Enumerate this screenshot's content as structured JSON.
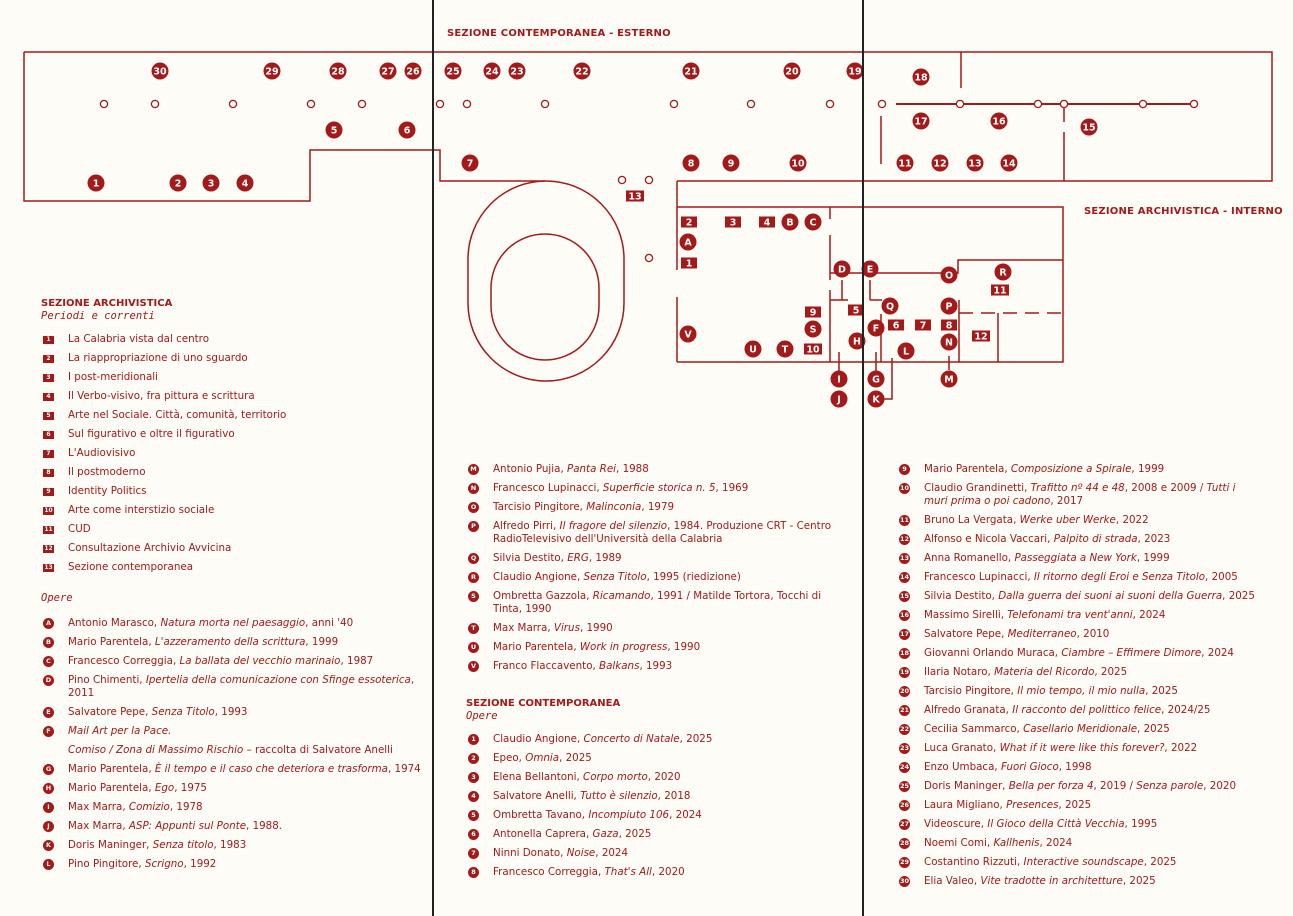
{
  "map": {
    "label_esterno": "SEZIONE CONTEMPORANEA - ESTERNO",
    "label_interno": "SEZIONE ARCHIVISTICA - INTERNO",
    "numbered_markers": [
      "1",
      "2",
      "3",
      "4",
      "5",
      "6",
      "7",
      "8",
      "9",
      "10",
      "11",
      "12",
      "13",
      "14",
      "15",
      "16",
      "17",
      "18",
      "19",
      "20",
      "21",
      "22",
      "23",
      "24",
      "25",
      "26",
      "27",
      "28",
      "29",
      "30"
    ],
    "letter_markers": [
      "A",
      "B",
      "C",
      "D",
      "E",
      "F",
      "G",
      "H",
      "I",
      "J",
      "K",
      "L",
      "M",
      "N",
      "O",
      "P",
      "Q",
      "R",
      "S",
      "T",
      "U",
      "V"
    ],
    "period_markers": [
      "1",
      "2",
      "3",
      "4",
      "5",
      "6",
      "7",
      "8",
      "9",
      "10",
      "11",
      "12",
      "13"
    ],
    "accent_color": "#a31a1a"
  },
  "archivistica": {
    "title": "SEZIONE ARCHIVISTICA",
    "subtitle": "Periodi e correnti",
    "periods": [
      {
        "m": "1",
        "segs": [
          {
            "t": "La Calabria vista dal centro"
          }
        ]
      },
      {
        "m": "2",
        "segs": [
          {
            "t": "La riappropriazione di uno sguardo"
          }
        ]
      },
      {
        "m": "3",
        "segs": [
          {
            "t": "I post-meridionali"
          }
        ]
      },
      {
        "m": "4",
        "segs": [
          {
            "t": "Il Verbo-visivo, fra pittura e scrittura"
          }
        ]
      },
      {
        "m": "5",
        "segs": [
          {
            "t": "Arte nel Sociale. Città, comunità, territorio"
          }
        ]
      },
      {
        "m": "6",
        "segs": [
          {
            "t": "Sul figurativo e oltre il figurativo"
          }
        ]
      },
      {
        "m": "7",
        "segs": [
          {
            "t": "L'Audiovisivo"
          }
        ]
      },
      {
        "m": "8",
        "segs": [
          {
            "t": "Il postmoderno"
          }
        ]
      },
      {
        "m": "9",
        "segs": [
          {
            "t": "Identity Politics"
          }
        ]
      },
      {
        "m": "10",
        "segs": [
          {
            "t": "Arte come interstizio sociale"
          }
        ]
      },
      {
        "m": "11",
        "segs": [
          {
            "t": "CUD"
          }
        ]
      },
      {
        "m": "12",
        "segs": [
          {
            "t": "Consultazione Archivio Avvicina"
          }
        ]
      },
      {
        "m": "13",
        "segs": [
          {
            "t": "Sezione contemporanea"
          }
        ]
      }
    ],
    "opere_label": "Opere",
    "works_left": [
      {
        "m": "A",
        "segs": [
          {
            "t": "Antonio Marasco, "
          },
          {
            "t": "Natura morta nel paesaggio",
            "i": true
          },
          {
            "t": ", anni '40"
          }
        ]
      },
      {
        "m": "B",
        "segs": [
          {
            "t": "Mario Parentela, "
          },
          {
            "t": "L'azzeramento della scrittura",
            "i": true
          },
          {
            "t": ", 1999"
          }
        ]
      },
      {
        "m": "C",
        "segs": [
          {
            "t": "Francesco Correggia, "
          },
          {
            "t": "La ballata del vecchio marinaio",
            "i": true
          },
          {
            "t": ", 1987"
          }
        ]
      },
      {
        "m": "D",
        "segs": [
          {
            "t": "Pino Chimenti, "
          },
          {
            "t": "Ipertelia della comunicazione con Sfinge essoterica",
            "i": true
          },
          {
            "t": ", 2011"
          }
        ]
      },
      {
        "m": "E",
        "segs": [
          {
            "t": "Salvatore Pepe, "
          },
          {
            "t": "Senza Titolo",
            "i": true
          },
          {
            "t": ", 1993"
          }
        ]
      },
      {
        "m": "F",
        "segs": [
          {
            "t": "Mail Art per la Pace.",
            "i": true
          }
        ]
      },
      {
        "m": "",
        "segs": [
          {
            "t": "Comiso / Zona di Massimo Rischio",
            "i": true
          },
          {
            "t": " – raccolta di Salvatore Anelli"
          }
        ]
      },
      {
        "m": "G",
        "segs": [
          {
            "t": "Mario Parentela, "
          },
          {
            "t": "È il tempo e il caso che deteriora e trasforma",
            "i": true
          },
          {
            "t": ", 1974"
          }
        ]
      },
      {
        "m": "H",
        "segs": [
          {
            "t": "Mario Parentela, "
          },
          {
            "t": "Ego",
            "i": true
          },
          {
            "t": ", 1975"
          }
        ]
      },
      {
        "m": "I",
        "segs": [
          {
            "t": "Max Marra, "
          },
          {
            "t": "Comizio",
            "i": true
          },
          {
            "t": ", 1978"
          }
        ]
      },
      {
        "m": "J",
        "segs": [
          {
            "t": "Max Marra, "
          },
          {
            "t": "ASP: Appunti sul Ponte",
            "i": true
          },
          {
            "t": ", 1988."
          }
        ]
      },
      {
        "m": "K",
        "segs": [
          {
            "t": "Doris Maninger, "
          },
          {
            "t": "Senza titolo",
            "i": true
          },
          {
            "t": ", 1983"
          }
        ]
      },
      {
        "m": "L",
        "segs": [
          {
            "t": "Pino Pingitore, "
          },
          {
            "t": "Scrigno",
            "i": true
          },
          {
            "t": ", 1992"
          }
        ]
      }
    ],
    "works_mid": [
      {
        "m": "M",
        "segs": [
          {
            "t": "Antonio Pujia, "
          },
          {
            "t": "Panta Rei",
            "i": true
          },
          {
            "t": ", 1988"
          }
        ]
      },
      {
        "m": "N",
        "segs": [
          {
            "t": "Francesco Lupinacci, "
          },
          {
            "t": "Superficie storica n. 5",
            "i": true
          },
          {
            "t": ", 1969"
          }
        ]
      },
      {
        "m": "O",
        "segs": [
          {
            "t": "Tarcisio Pingitore, "
          },
          {
            "t": "Malinconia",
            "i": true
          },
          {
            "t": ", 1979"
          }
        ]
      },
      {
        "m": "P",
        "segs": [
          {
            "t": "Alfredo Pirri, "
          },
          {
            "t": "Il fragore del silenzio",
            "i": true
          },
          {
            "t": ", 1984. Produzione CRT - Centro RadioTelevisivo dell'Università della Calabria"
          }
        ]
      },
      {
        "m": "Q",
        "segs": [
          {
            "t": "Silvia Destito, "
          },
          {
            "t": "ERG",
            "i": true
          },
          {
            "t": ", 1989"
          }
        ]
      },
      {
        "m": "R",
        "segs": [
          {
            "t": "Claudio Angione, "
          },
          {
            "t": "Senza Titolo",
            "i": true
          },
          {
            "t": ", 1995 (riedizione)"
          }
        ]
      },
      {
        "m": "S",
        "segs": [
          {
            "t": "Ombretta Gazzola, "
          },
          {
            "t": "Ricamando",
            "i": true
          },
          {
            "t": ", 1991 / Matilde Tortora, Tocchi di Tinta, 1990"
          }
        ]
      },
      {
        "m": "T",
        "segs": [
          {
            "t": "Max Marra, "
          },
          {
            "t": "Virus",
            "i": true
          },
          {
            "t": ", 1990"
          }
        ]
      },
      {
        "m": "U",
        "segs": [
          {
            "t": "Mario Parentela, "
          },
          {
            "t": "Work in progress",
            "i": true
          },
          {
            "t": ", 1990"
          }
        ]
      },
      {
        "m": "V",
        "segs": [
          {
            "t": "Franco Flaccavento, "
          },
          {
            "t": "Balkans",
            "i": true
          },
          {
            "t": ", 1993"
          }
        ]
      }
    ]
  },
  "contemporanea": {
    "title": "SEZIONE CONTEMPORANEA",
    "subtitle": "Opere",
    "works_mid": [
      {
        "m": "1",
        "segs": [
          {
            "t": "Claudio Angione, "
          },
          {
            "t": "Concerto di Natale",
            "i": true
          },
          {
            "t": ", 2025"
          }
        ]
      },
      {
        "m": "2",
        "segs": [
          {
            "t": "Epeo, "
          },
          {
            "t": "Omnia",
            "i": true
          },
          {
            "t": ", 2025"
          }
        ]
      },
      {
        "m": "3",
        "segs": [
          {
            "t": "Elena Bellantoni, "
          },
          {
            "t": "Corpo morto",
            "i": true
          },
          {
            "t": ", 2020"
          }
        ]
      },
      {
        "m": "4",
        "segs": [
          {
            "t": "Salvatore Anelli, "
          },
          {
            "t": "Tutto è silenzio",
            "i": true
          },
          {
            "t": ", 2018"
          }
        ]
      },
      {
        "m": "5",
        "segs": [
          {
            "t": "Ombretta Tavano, "
          },
          {
            "t": "Incompiuto 106",
            "i": true
          },
          {
            "t": ", 2024"
          }
        ]
      },
      {
        "m": "6",
        "segs": [
          {
            "t": "Antonella Caprera, "
          },
          {
            "t": "Gaza",
            "i": true
          },
          {
            "t": ", 2025"
          }
        ]
      },
      {
        "m": "7",
        "segs": [
          {
            "t": "Ninni Donato, "
          },
          {
            "t": "Noise",
            "i": true
          },
          {
            "t": ", 2024"
          }
        ]
      },
      {
        "m": "8",
        "segs": [
          {
            "t": "Francesco Correggia, "
          },
          {
            "t": "That's All",
            "i": true
          },
          {
            "t": ", 2020"
          }
        ]
      }
    ],
    "works_right": [
      {
        "m": "9",
        "segs": [
          {
            "t": "Mario Parentela, "
          },
          {
            "t": "Composizione a Spirale",
            "i": true
          },
          {
            "t": ", 1999"
          }
        ]
      },
      {
        "m": "10",
        "segs": [
          {
            "t": "Claudio Grandinetti, "
          },
          {
            "t": "Trafitto nº 44 e 48",
            "i": true
          },
          {
            "t": ",  2008 e 2009 / "
          },
          {
            "t": "Tutti i muri prima o poi cadono",
            "i": true
          },
          {
            "t": ", 2017"
          }
        ]
      },
      {
        "m": "11",
        "segs": [
          {
            "t": "Bruno La Vergata, "
          },
          {
            "t": "Werke uber Werke",
            "i": true
          },
          {
            "t": ", 2022"
          }
        ]
      },
      {
        "m": "12",
        "segs": [
          {
            "t": "Alfonso e Nicola Vaccari, "
          },
          {
            "t": "Palpito di strada",
            "i": true
          },
          {
            "t": ",  2023"
          }
        ]
      },
      {
        "m": "13",
        "segs": [
          {
            "t": "Anna Romanello, "
          },
          {
            "t": "Passeggiata a New York",
            "i": true
          },
          {
            "t": ", 1999"
          }
        ]
      },
      {
        "m": "14",
        "segs": [
          {
            "t": "Francesco Lupinacci, "
          },
          {
            "t": "Il ritorno degli Eroi e Senza Titolo",
            "i": true
          },
          {
            "t": ", 2005"
          }
        ]
      },
      {
        "m": "15",
        "segs": [
          {
            "t": "Silvia Destito, "
          },
          {
            "t": "Dalla guerra dei suoni ai suoni della Guerra",
            "i": true
          },
          {
            "t": ", 2025"
          }
        ]
      },
      {
        "m": "16",
        "segs": [
          {
            "t": "Massimo Sirelli, "
          },
          {
            "t": "Telefonami tra vent'anni",
            "i": true
          },
          {
            "t": ", 2024"
          }
        ]
      },
      {
        "m": "17",
        "segs": [
          {
            "t": "Salvatore Pepe, "
          },
          {
            "t": "Mediterraneo",
            "i": true
          },
          {
            "t": ",  2010"
          }
        ]
      },
      {
        "m": "18",
        "segs": [
          {
            "t": "Giovanni Orlando Muraca, "
          },
          {
            "t": "Ciambre – Effimere Dimore",
            "i": true
          },
          {
            "t": ", 2024"
          }
        ]
      },
      {
        "m": "19",
        "segs": [
          {
            "t": "Ilaria Notaro, "
          },
          {
            "t": "Materia del Ricordo",
            "i": true
          },
          {
            "t": ", 2025"
          }
        ]
      },
      {
        "m": "20",
        "segs": [
          {
            "t": "Tarcisio Pingitore, "
          },
          {
            "t": "Il mio tempo, il mio nulla",
            "i": true
          },
          {
            "t": ", 2025"
          }
        ]
      },
      {
        "m": "21",
        "segs": [
          {
            "t": "Alfredo Granata, "
          },
          {
            "t": "Il racconto del polittico felice",
            "i": true
          },
          {
            "t": ", 2024/25"
          }
        ]
      },
      {
        "m": "22",
        "segs": [
          {
            "t": "Cecilia Sammarco, "
          },
          {
            "t": "Casellario Meridionale",
            "i": true
          },
          {
            "t": ", 2025"
          }
        ]
      },
      {
        "m": "23",
        "segs": [
          {
            "t": "Luca Granato, "
          },
          {
            "t": "What if it were like this forever?",
            "i": true
          },
          {
            "t": ", 2022"
          }
        ]
      },
      {
        "m": "24",
        "segs": [
          {
            "t": "Enzo Umbaca, "
          },
          {
            "t": "Fuori Gioco",
            "i": true
          },
          {
            "t": ", 1998"
          }
        ]
      },
      {
        "m": "25",
        "segs": [
          {
            "t": "Doris Maninger, "
          },
          {
            "t": "Bella per forza 4",
            "i": true
          },
          {
            "t": ", 2019 / "
          },
          {
            "t": "Senza parole",
            "i": true
          },
          {
            "t": ", 2020"
          }
        ]
      },
      {
        "m": "26",
        "segs": [
          {
            "t": "Laura Migliano, "
          },
          {
            "t": "Presences",
            "i": true
          },
          {
            "t": ", 2025"
          }
        ]
      },
      {
        "m": "27",
        "segs": [
          {
            "t": "Videoscure,  "
          },
          {
            "t": "Il Gioco della Città Vecchia",
            "i": true
          },
          {
            "t": ", 1995"
          }
        ]
      },
      {
        "m": "28",
        "segs": [
          {
            "t": "Noemi Comi, "
          },
          {
            "t": "Kallhenis",
            "i": true
          },
          {
            "t": ", 2024"
          }
        ]
      },
      {
        "m": "29",
        "segs": [
          {
            "t": "Costantino Rizzuti, "
          },
          {
            "t": "Interactive soundscape",
            "i": true
          },
          {
            "t": ", 2025"
          }
        ]
      },
      {
        "m": "30",
        "segs": [
          {
            "t": "Elia Valeo, "
          },
          {
            "t": "Vite tradotte in architetture",
            "i": true
          },
          {
            "t": ", 2025"
          }
        ]
      }
    ]
  }
}
